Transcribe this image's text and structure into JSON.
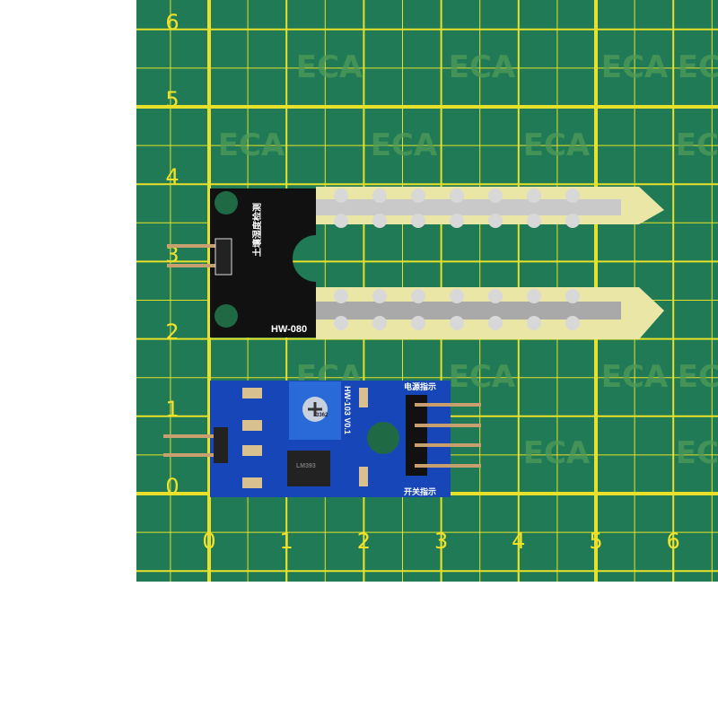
{
  "mat": {
    "x_labels": [
      "0",
      "1",
      "2",
      "3",
      "4",
      "5",
      "6"
    ],
    "y_labels": [
      "6",
      "5",
      "4",
      "3",
      "2",
      "1",
      "0"
    ],
    "watermark": "ECA",
    "colors": {
      "mat_green": "#1f7a55",
      "grid_yellow": "#e8e02a",
      "pcb_blue": "#1746b8",
      "probe_black": "#111111",
      "probe_fr4": "#e9e6a6"
    }
  },
  "probe": {
    "model": "HW-080",
    "silkscreen": "土壤湿度检测"
  },
  "module": {
    "model": "HW-103 V0.1",
    "power_led_label": "电源指示",
    "switch_led_label": "开关指示",
    "potentiometer": "3362",
    "chip": "LM393"
  }
}
